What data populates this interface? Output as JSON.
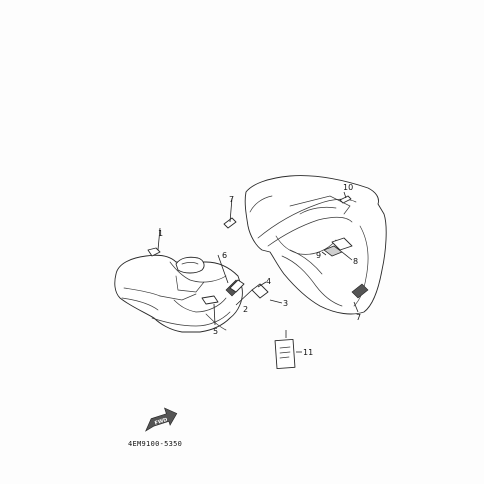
{
  "diagram": {
    "drawing_code": "4EM9100-5350",
    "direction_label": "FWD",
    "callouts": [
      "1",
      "2",
      "3",
      "4",
      "5",
      "6",
      "7",
      "7",
      "8",
      "9",
      "10",
      "11"
    ]
  }
}
